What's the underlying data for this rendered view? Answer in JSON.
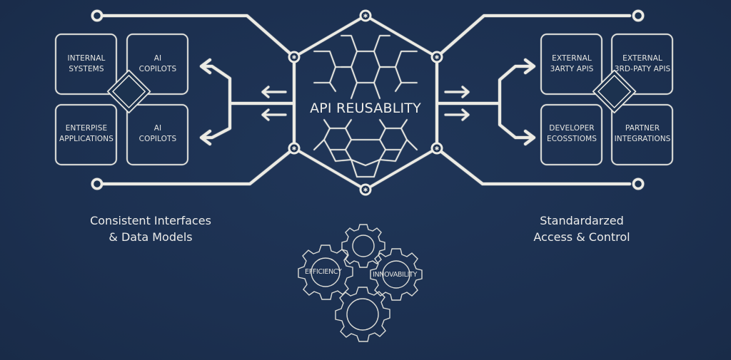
{
  "center": {
    "title": "API REUSABLITY"
  },
  "left_group": {
    "boxes": [
      {
        "line1": "INTERNAL",
        "line2": "SYSTEMS"
      },
      {
        "line1": "AI",
        "line2": "COPILOTS"
      },
      {
        "line1": "ENTERPISE",
        "line2": "APPLICATIONS"
      },
      {
        "line1": "AI",
        "line2": "COPILOTS"
      }
    ],
    "caption_line1": "Consistent Interfaces",
    "caption_line2": "& Data Models"
  },
  "right_group": {
    "boxes": [
      {
        "line1": "EXTERNAL",
        "line2": "3ARTY APIS"
      },
      {
        "line1": "EXTERNAL",
        "line2": "3RD-PATY APIS"
      },
      {
        "line1": "DEVELOPER",
        "line2": "ECOSSTIOMS"
      },
      {
        "line1": "PARTNER",
        "line2": "INTEGRATIONS"
      }
    ],
    "caption_line1": "Standardarzed",
    "caption_line2": "Access & Control"
  },
  "gears": {
    "labels": [
      "EFFICIENCY",
      "INNOVABILITY"
    ]
  },
  "colors": {
    "background": "#1d3150",
    "line": "#ecebe4"
  }
}
